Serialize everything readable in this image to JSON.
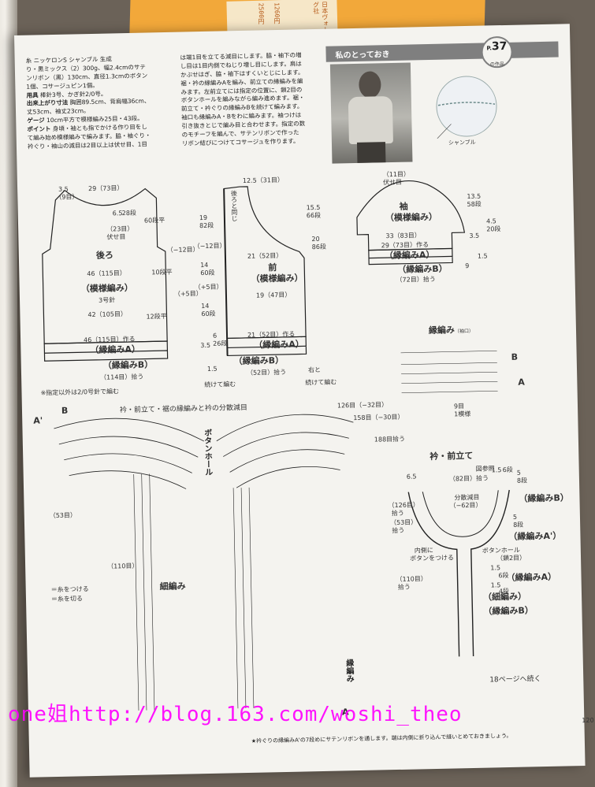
{
  "book_label": {
    "line1": "日本ヴォーグ社",
    "line2": "1260円",
    "line3": "2500円"
  },
  "materials": {
    "line1": "糸 ニッケロンS シャンブル 生成",
    "line2": "り・黒ミックス（2）300g、幅2.4cmのサテ",
    "line3": "ンリボン（黒）130cm、直径1.3cmのボタン",
    "line4": "1個、コサージュピン1個。",
    "tools_label": "用具",
    "tools": "棒針3号、かぎ針2/0号。",
    "size_label": "出来上がり寸法",
    "size1": "胸囲89.5cm、背肩幅36cm、",
    "size2": "丈53cm、袖丈23cm。",
    "gauge_label": "ゲージ",
    "gauge": "10cm平方で模様編み25目・43段。",
    "point_label": "ポイント",
    "point1": "身頃・袖とも指でかける作り目をし",
    "point2": "て編み始め模様編みで編みます。脇・袖ぐり・",
    "point3": "衿ぐり・袖山の減目は2目以上は伏せ目、1目"
  },
  "method": {
    "line1": "は端1目を立てる減目にします。脇・袖下の増",
    "line2": "し目は1目内側でねじり増し目にします。肩は",
    "line3": "かぶせはぎ、脇・袖下はすくいとじにします。",
    "line4": "裾・衿の縁編みAを編み、前立ての縁編みを編",
    "line5": "みます。左前立てには指定の位置に、鎖2目の",
    "line6": "ボタンホールを編みながら編み進めます。裾・",
    "line7": "前立て・衿ぐりの縁編みBを続けて編みます。",
    "line8": "袖口も縁編みA・Bをわに編みます。袖つけは",
    "line9": "引き抜きとじで編み目と合わせます。指定の数",
    "line10": "のモチーフを編んで、サテンリボンで作った",
    "line11": "リボン結びにつけてコサージュを作ります。"
  },
  "header": {
    "banner": "私のとっておき",
    "page_ref": "37",
    "page_ref_prefix": "P.",
    "page_ref_suffix": "の作品"
  },
  "sample_label": "シャンブル",
  "back": {
    "title": "後ろ",
    "pattern": "（模様編み）",
    "needle": "3号針",
    "w_top": "29（73目）",
    "w_side": "3.5",
    "w_side_st": "（9目）",
    "neck_st": "（23目）",
    "neck_bo": "伏せ目",
    "h_neck": "6.5",
    "h_neck_r": "28段",
    "w_chest": "46（115目）",
    "w_waist": "42（105目）",
    "w_cast": "46（115目）作る",
    "edgeA": "（縁編みA）",
    "edgeB": "（縁編みB）",
    "pick": "（114目）拾う",
    "inc1": "（−12目）",
    "inc2": "（+5目）",
    "rows1": "60段平",
    "rows2": "10段平",
    "rows3": "12段平",
    "note": "※指定以外は2/0号針で編む"
  },
  "front": {
    "title": "前",
    "pattern": "（模様編み）",
    "w_top": "12.5（31目）",
    "neck": "後ろと同じ",
    "h1": "19",
    "h1r": "82段",
    "h2": "14",
    "h2r": "60段",
    "h3": "14",
    "h3r": "60段",
    "h4": "6",
    "h4r": "26段",
    "h5": "15.5",
    "h5r": "66段",
    "h6": "20",
    "h6r": "86段",
    "w_chest": "21（52目）",
    "w_waist": "19（47目）",
    "w_cast": "21（52目）作る",
    "edgeA": "（縁編みA）",
    "edgeB": "（縁編みB）",
    "pick": "（52目）拾う",
    "dec": "（−12目）",
    "inc": "（+5目）",
    "side1": "3.5",
    "side2": "1.5",
    "cont": "続けて編む",
    "cont2": "続けて編む",
    "note_r": "右と"
  },
  "sleeve": {
    "title": "袖",
    "pattern": "（模様編み）",
    "top_st": "（11目）",
    "top_bo": "伏せ目",
    "w1": "33（83目）",
    "w2": "29（73目）作る",
    "edgeA": "（縁編みA）",
    "edgeB": "（縁編みB）",
    "pick": "（72目）拾う",
    "h1": "13.5",
    "h1r": "58段",
    "h2": "4.5",
    "h2r": "20段",
    "h3": "3.5",
    "h4": "1.5",
    "h5": "9"
  },
  "edge_cuff": {
    "title": "縁編み",
    "sub": "（袖口）",
    "label_a": "A",
    "label_b": "B",
    "repeat": "9目",
    "repeat_lbl": "1模様"
  },
  "collar_title": "衿・前立て・裾の縁編みと衿の分散減目",
  "collar": {
    "a_prime": "A'",
    "b": "B",
    "c1": "126目（−32目）",
    "c2": "158目（−30目）",
    "c3": "188目拾う",
    "c4": "（53目）",
    "c5": "（110目）",
    "buttonhole": "ボタンホール",
    "hosoami": "細編み",
    "edge": "縁編み",
    "label_a": "A",
    "thread_on": "＝糸をつける",
    "thread_off": "＝糸を切る"
  },
  "front_band": {
    "title": "衿・前立て",
    "ref": "図参照",
    "top_st": "（82目）拾う",
    "dist": "分散減目",
    "dist_n": "（−62目）",
    "w_l": "6.5",
    "st53": "（53目）",
    "pick53": "拾う",
    "st126": "（126目）",
    "pick126": "拾う",
    "st110": "（110目）",
    "pick110": "拾う",
    "inner": "内側に",
    "button": "ボタンをつける",
    "bh": "ボタンホール",
    "bh_n": "（鎖2目）",
    "edgeB": "（縁編みB）",
    "edgeA2": "（縁編みA'）",
    "edgeA": "（縁編みA）",
    "hosoami": "（細編み）",
    "edgeB2": "（縁編みB）",
    "r1": "1.5",
    "r1r": "6段",
    "r2": "5",
    "r2r": "8段",
    "r3": "5",
    "r3r": "8段",
    "r4": "1.5",
    "r4r": "6段",
    "r5": "1.5",
    "r5r": "4段"
  },
  "continue_note": "18ページへ続く",
  "footnote": "★衿ぐりの縁編みA'の7段めにサテンリボンを通します。端は内側に折り込んで縫いとめておきましょう。",
  "page_number": "120",
  "watermark": "one姐http://blog.163.com/woshi_theo"
}
